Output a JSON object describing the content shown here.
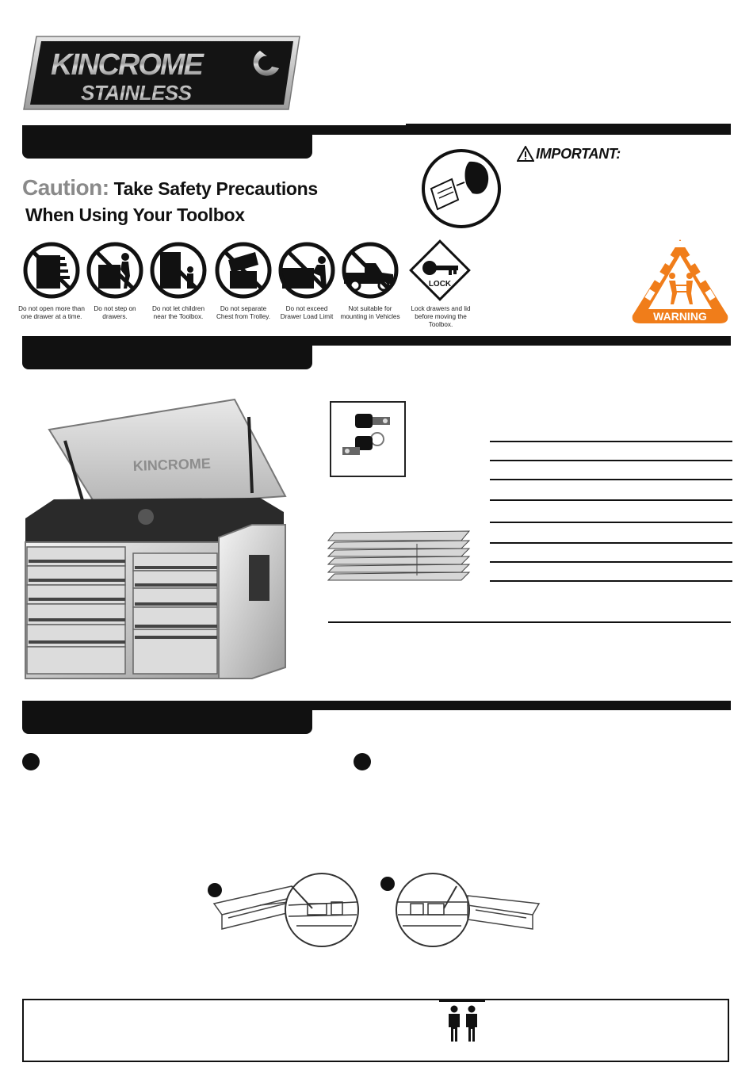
{
  "brand": {
    "line1": "KINCROME",
    "line2": "STAINLESS"
  },
  "caution": {
    "word": "Caution:",
    "headline": "Take Safety Precautions",
    "subline": "When Using Your Toolbox"
  },
  "prohibitions": [
    {
      "label_1": "Do not open more than",
      "label_2": "one drawer at a time."
    },
    {
      "label_1": "Do not step on",
      "label_2": "drawers."
    },
    {
      "label_1": "Do not let children",
      "label_2": "near the Toolbox."
    },
    {
      "label_1": "Do not separate",
      "label_2": "Chest from Trolley."
    },
    {
      "label_1": "Do not exceed",
      "label_2": "Drawer Load Limit"
    },
    {
      "label_1": "Not suitable for",
      "label_2": "mounting in Vehicles"
    },
    {
      "label_1": "Lock drawers and lid",
      "label_2": "before moving the Toolbox."
    }
  ],
  "lock_sign_text": "LOCK",
  "important": {
    "label": "IMPORTANT:"
  },
  "warning_sign_text": "WARNING",
  "product": {
    "lid_brand": "KINCROME"
  },
  "colors": {
    "warning_orange": "#f07d1a",
    "grey_caution": "#8a8a8a",
    "bar": "#111111"
  }
}
